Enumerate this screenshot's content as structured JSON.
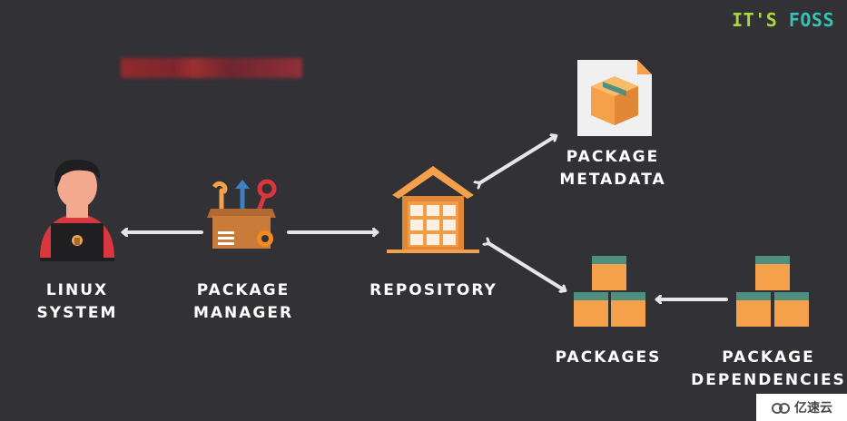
{
  "brand": {
    "part1": "IT'S ",
    "part2": "FOSS",
    "color1": "#a7d93a",
    "color2": "#34c3b4"
  },
  "nodes": {
    "linux_system": [
      "LINUX",
      "SYSTEM"
    ],
    "package_manager": [
      "PACKAGE",
      "MANAGER"
    ],
    "repository": [
      "REPOSITORY"
    ],
    "package_metadata": [
      "PACKAGE",
      "METADATA"
    ],
    "packages": [
      "PACKAGES"
    ],
    "package_dependencies": [
      "PACKAGE",
      "DEPENDENCIES"
    ]
  },
  "watermark": {
    "text": "亿速云"
  },
  "colors": {
    "background": "#323135",
    "box": "#f5a04a",
    "box_dark": "#e08835",
    "tape": "#4f8f7f",
    "arrow": "#e6e6e6",
    "red": "#d9363e"
  }
}
